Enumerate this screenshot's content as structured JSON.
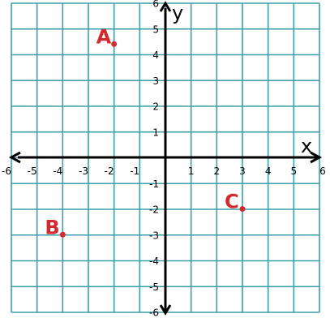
{
  "graph": {
    "x_axis_label": "x",
    "y_axis_label": "y",
    "x_ticks": [
      "-6",
      "-5",
      "-4",
      "-3",
      "-2",
      "-1",
      "1",
      "2",
      "3",
      "4",
      "5",
      "6"
    ],
    "y_ticks": [
      "6",
      "5",
      "4",
      "3",
      "2",
      "1",
      "-1",
      "-2",
      "-3",
      "-4",
      "-5",
      "-6"
    ],
    "x_range": [
      -6,
      6
    ],
    "y_range": [
      -6,
      6
    ],
    "grid_color": "#3a9fa8",
    "axis_color": "#000000",
    "point_color": "#d42a2f",
    "points": [
      {
        "label": "A",
        "x": -2,
        "y": 4.4
      },
      {
        "label": "B",
        "x": -4,
        "y": -3
      },
      {
        "label": "C",
        "x": 3,
        "y": -2
      }
    ]
  }
}
